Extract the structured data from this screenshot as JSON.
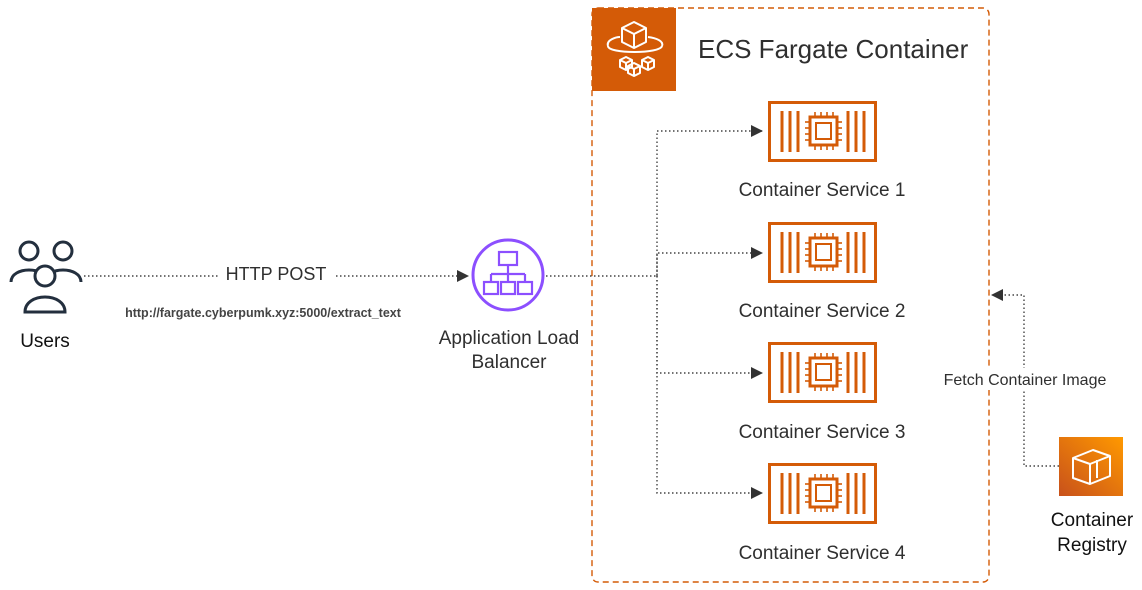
{
  "users": {
    "label": "Users",
    "icon": "users-icon"
  },
  "request": {
    "method": "HTTP POST",
    "url": "http://fargate.cyberpumk.xyz:5000/extract_text"
  },
  "load_balancer": {
    "label_line1": "Application Load",
    "label_line2": "Balancer",
    "icon": "load-balancer-icon"
  },
  "cluster": {
    "title": "ECS Fargate Container",
    "icon": "ecs-fargate-icon"
  },
  "services": [
    {
      "label": "Container Service 1",
      "icon": "container-icon"
    },
    {
      "label": "Container Service 2",
      "icon": "container-icon"
    },
    {
      "label": "Container Service 3",
      "icon": "container-icon"
    },
    {
      "label": "Container Service 4",
      "icon": "container-icon"
    }
  ],
  "registry": {
    "label_line1": "Container",
    "label_line2": "Registry",
    "icon": "container-registry-icon"
  },
  "fetch_edge": {
    "label": "Fetch Container Image"
  },
  "colors": {
    "aws_orange": "#D45B07",
    "elb_purple": "#8C4FFF",
    "text": "#2f2f2f"
  }
}
